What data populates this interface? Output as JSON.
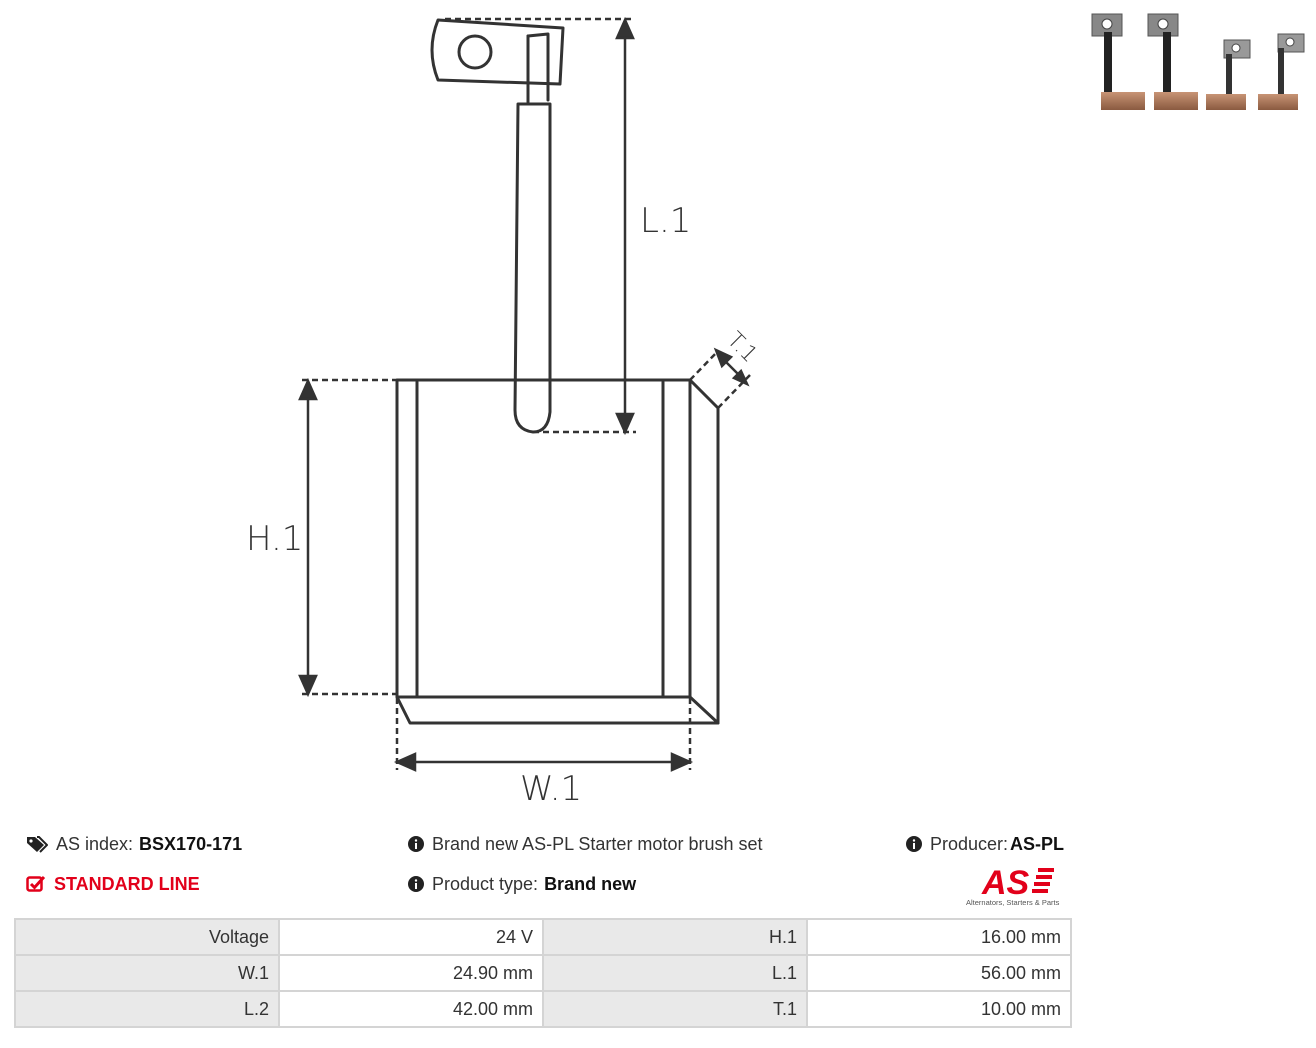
{
  "drawing": {
    "labels": {
      "l1": "L.1",
      "h1": "H.1",
      "w1": "W.1",
      "t1": "T.1"
    }
  },
  "thumbnails": {
    "count": 4
  },
  "info": {
    "as_index_label": "AS index:",
    "as_index_value": "BSX170-171",
    "line_label": "STANDARD LINE",
    "description": "Brand new AS-PL Starter motor brush set",
    "product_type_label": "Product type:",
    "product_type_value": "Brand new",
    "producer_label": "Producer:",
    "producer_value": "AS-PL"
  },
  "logo": {
    "text": "AS",
    "tagline": "Alternators, Starters & Parts"
  },
  "specs": [
    [
      "Voltage",
      "24 V",
      "H.1",
      "16.00 mm"
    ],
    [
      "W.1",
      "24.90 mm",
      "L.1",
      "56.00 mm"
    ],
    [
      "L.2",
      "42.00 mm",
      "T.1",
      "10.00 mm"
    ]
  ],
  "colors": {
    "accent": "#e2001a",
    "line": "#333333",
    "table_border": "#d4d4d4",
    "key_bg": "#e9e9e9"
  }
}
